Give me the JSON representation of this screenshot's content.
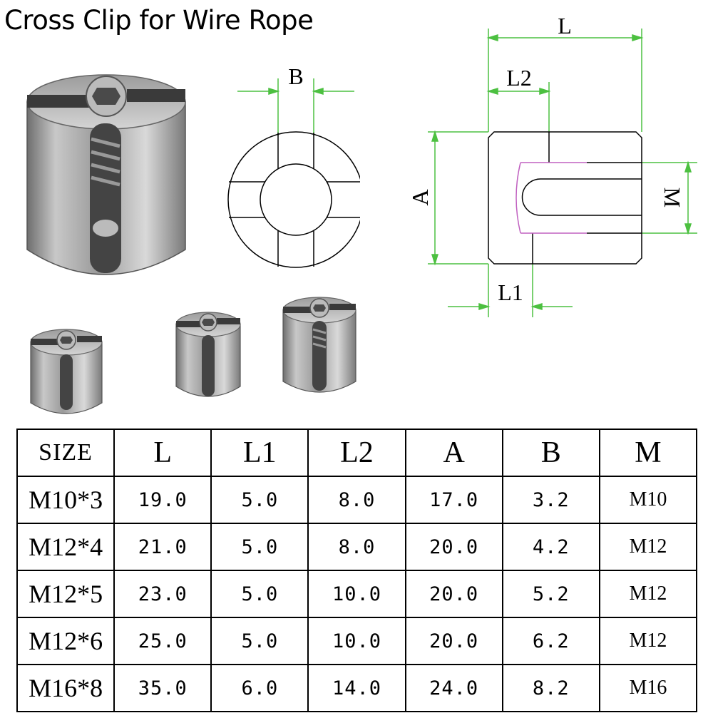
{
  "title": "Cross Clip for Wire Rope",
  "diagram_labels": {
    "front_width": "B",
    "side_length": "L",
    "side_slot_offset": "L2",
    "side_height": "A",
    "side_thread": "M",
    "side_bottom_offset": "L1"
  },
  "table": {
    "headers": [
      "SIZE",
      "L",
      "L1",
      "L2",
      "A",
      "B",
      "M"
    ],
    "rows": [
      [
        "M10*3",
        "19.0",
        "5.0",
        "8.0",
        "17.0",
        "3.2",
        "M10"
      ],
      [
        "M12*4",
        "21.0",
        "5.0",
        "8.0",
        "20.0",
        "4.2",
        "M12"
      ],
      [
        "M12*5",
        "23.0",
        "5.0",
        "10.0",
        "20.0",
        "5.2",
        "M12"
      ],
      [
        "M12*6",
        "25.0",
        "5.0",
        "10.0",
        "20.0",
        "6.2",
        "M12"
      ],
      [
        "M16*8",
        "35.0",
        "6.0",
        "14.0",
        "24.0",
        "8.2",
        "M16"
      ]
    ]
  },
  "colors": {
    "dimension_line": "#4cc040",
    "hidden_line": "#c060c0",
    "metal": "#a8a8a8"
  }
}
